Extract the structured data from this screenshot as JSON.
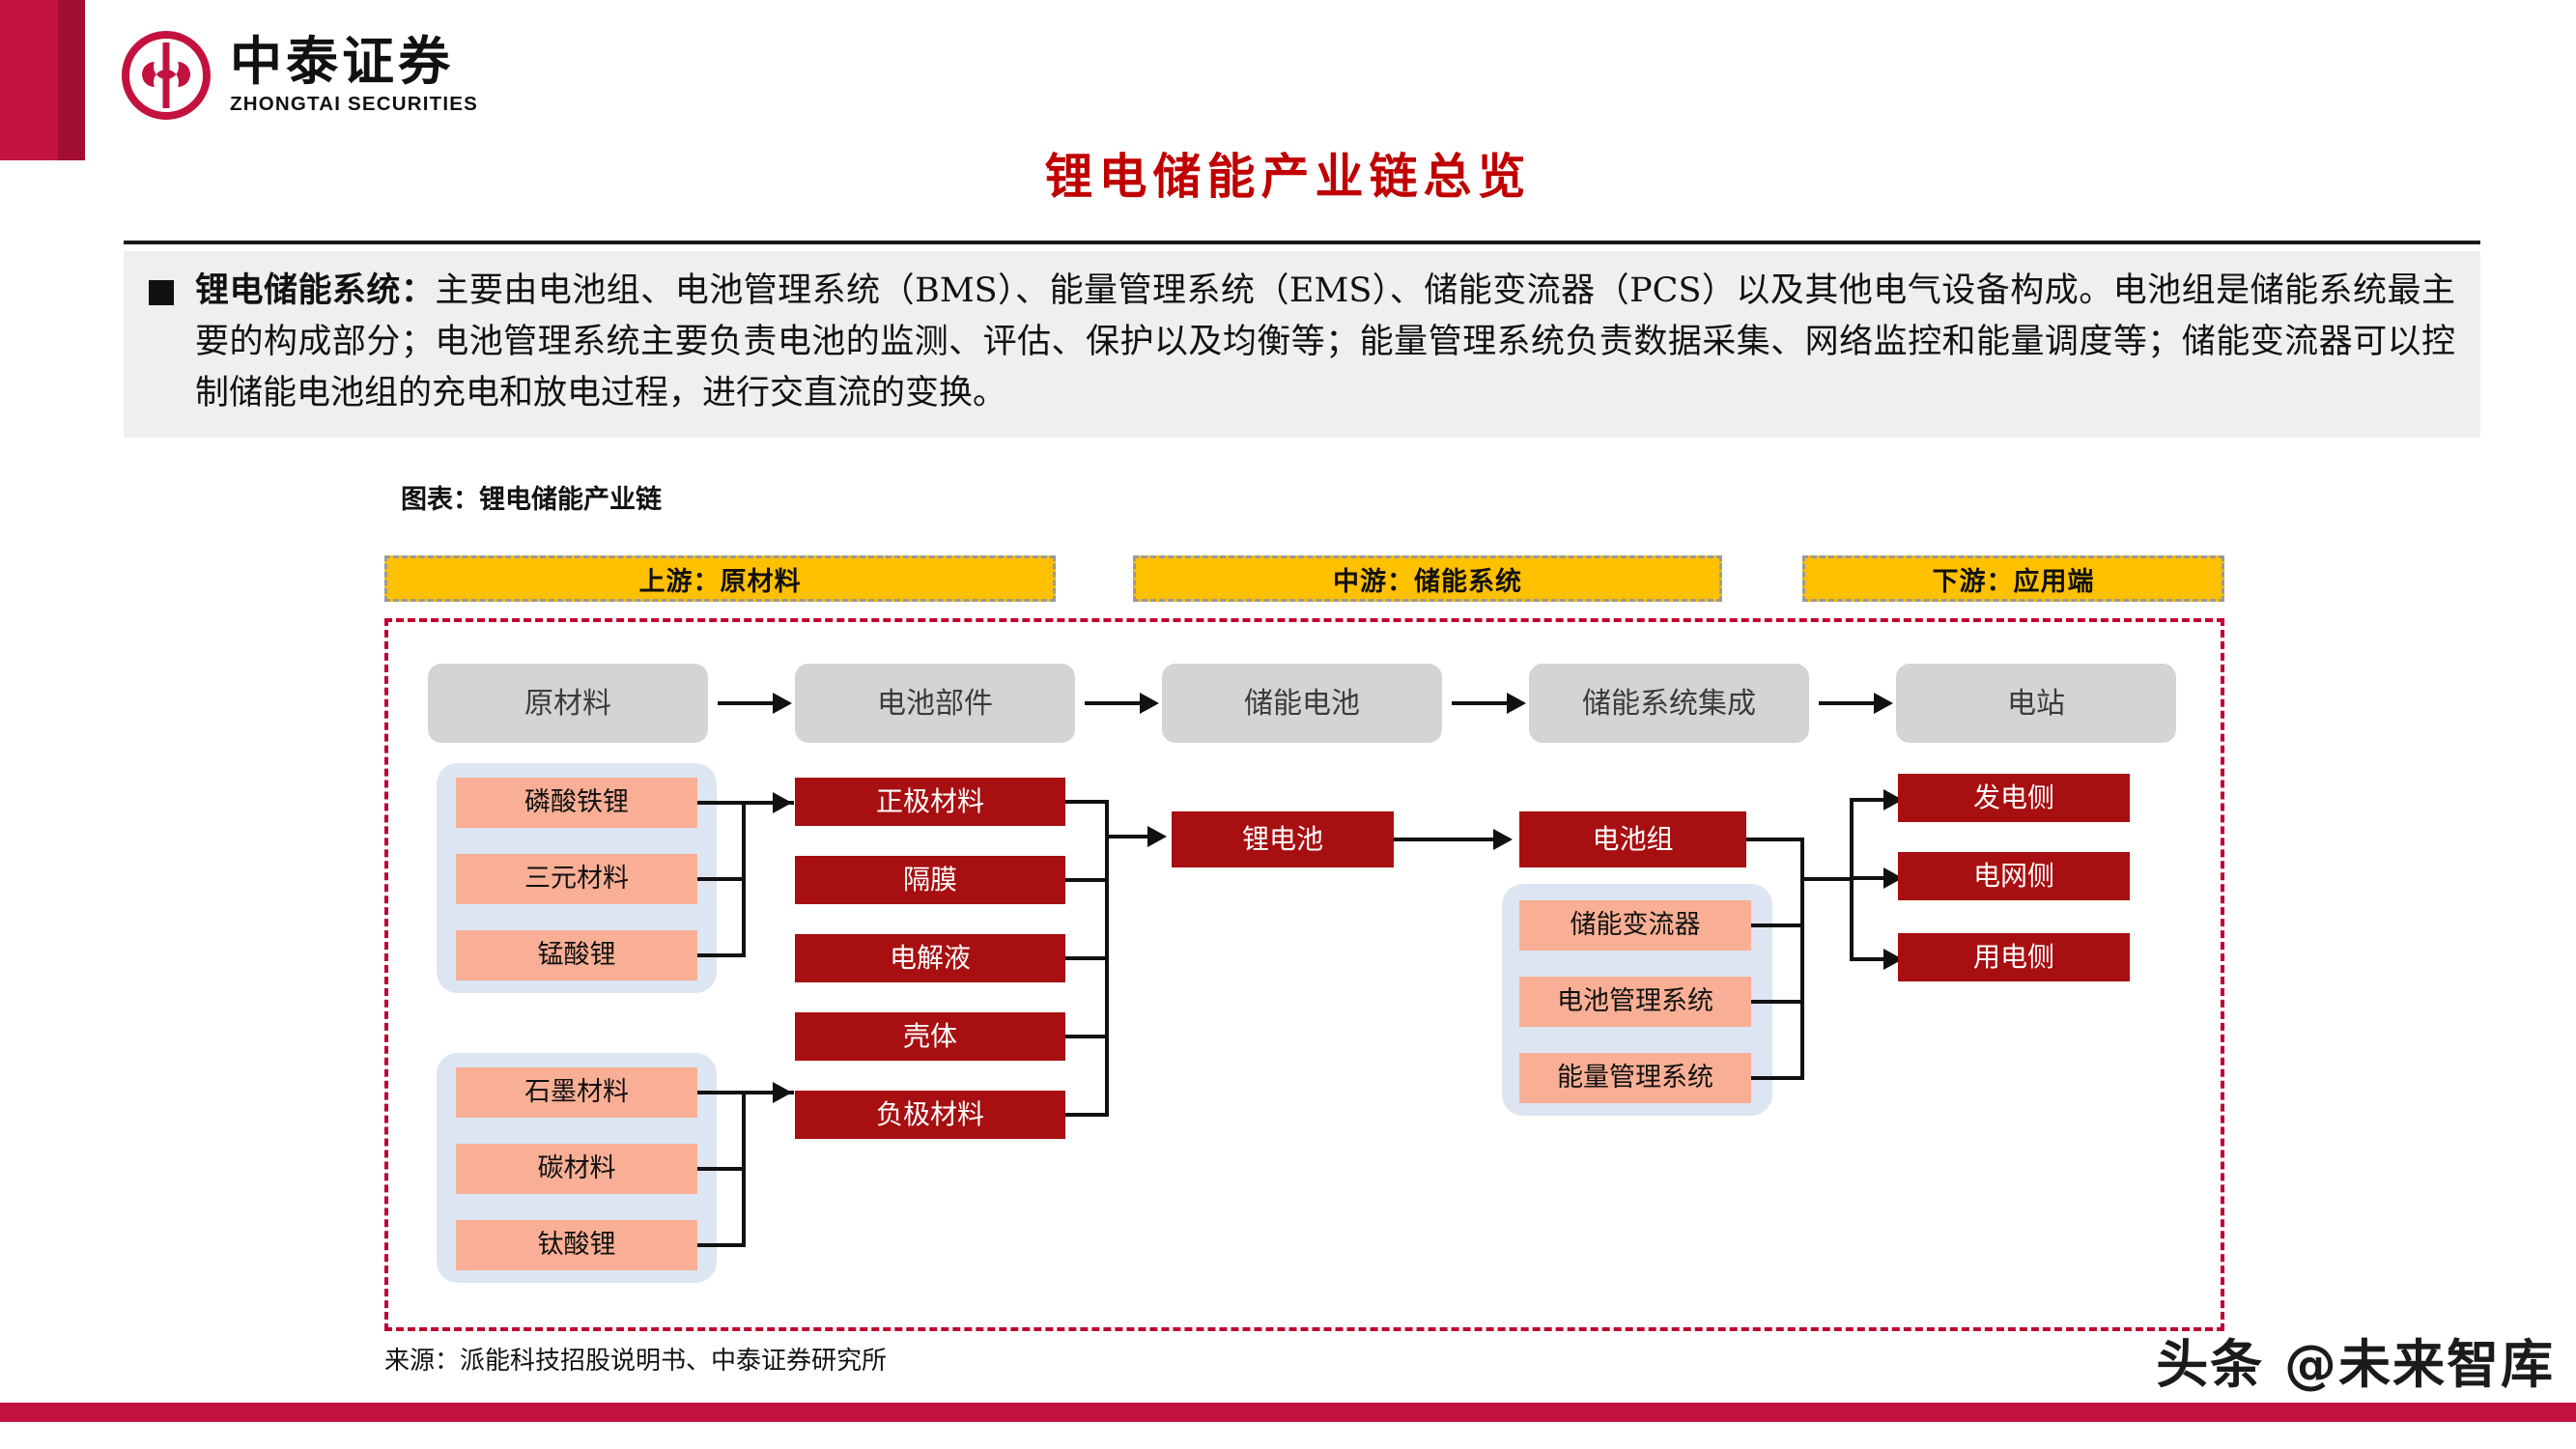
{
  "brand": {
    "logo_cn": "中泰证券",
    "logo_en": "ZHONGTAI SECURITIES",
    "accent_color": "#C4123F",
    "accent_dark": "#A20E31"
  },
  "page_title": "锂电储能产业链总览",
  "intro": {
    "lead": "锂电储能系统：",
    "body": "主要由电池组、电池管理系统（BMS）、能量管理系统（EMS）、储能变流器（PCS）以及其他电气设备构成。电池组是储能系统最主要的构成部分；电池管理系统主要负责电池的监测、评估、保护以及均衡等；能量管理系统负责数据采集、网络监控和能量调度等；储能变流器可以控制储能电池组的充电和放电过程，进行交直流的变换。"
  },
  "figure": {
    "caption": "图表：锂电储能产业链",
    "source": "来源：派能科技招股说明书、中泰证券研究所",
    "bands": [
      {
        "label": "上游：原材料"
      },
      {
        "label": "中游：储能系统"
      },
      {
        "label": "下游：应用端"
      }
    ],
    "stages": [
      {
        "label": "原材料"
      },
      {
        "label": "电池部件"
      },
      {
        "label": "储能电池"
      },
      {
        "label": "储能系统集成"
      },
      {
        "label": "电站"
      }
    ],
    "raw_cathode_group": [
      {
        "label": "磷酸铁锂"
      },
      {
        "label": "三元材料"
      },
      {
        "label": "锰酸锂"
      }
    ],
    "raw_anode_group": [
      {
        "label": "石墨材料"
      },
      {
        "label": "碳材料"
      },
      {
        "label": "钛酸锂"
      }
    ],
    "components": [
      {
        "label": "正极材料"
      },
      {
        "label": "隔膜"
      },
      {
        "label": "电解液"
      },
      {
        "label": "壳体"
      },
      {
        "label": "负极材料"
      }
    ],
    "cell": {
      "label": "锂电池"
    },
    "pack": {
      "label": "电池组"
    },
    "system_group": [
      {
        "label": "储能变流器"
      },
      {
        "label": "电池管理系统"
      },
      {
        "label": "能量管理系统"
      }
    ],
    "applications": [
      {
        "label": "发电侧"
      },
      {
        "label": "电网侧"
      },
      {
        "label": "用电侧"
      }
    ],
    "colors": {
      "band_fill": "#FFC000",
      "stage_fill": "#D4D4D4",
      "red_fill": "#A70F11",
      "pink_fill": "#F9AF95",
      "group_fill": "#DCE5F1",
      "frame_dash": "#C00030"
    }
  },
  "watermark": "头条 @未来智库"
}
